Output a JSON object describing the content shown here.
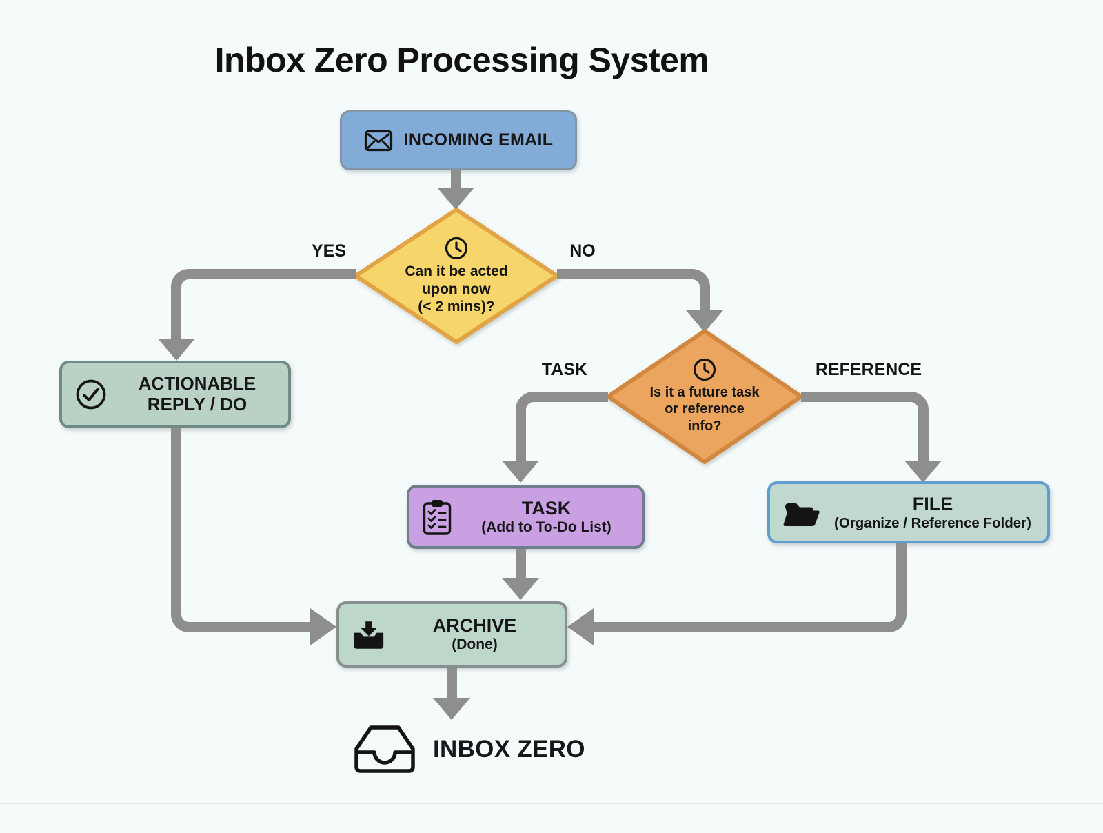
{
  "title": "Inbox Zero Processing System",
  "nodes": {
    "incoming_email": {
      "icon": "envelope-icon",
      "label": "INCOMING EMAIL"
    },
    "decision_act_now": {
      "icon": "clock-icon",
      "line1": "Can it be acted",
      "line2": "upon now",
      "line3": "(< 2 mins)?"
    },
    "actionable": {
      "icon": "check-circle-icon",
      "line1": "ACTIONABLE",
      "line2": "REPLY / DO"
    },
    "decision_task_or_reference": {
      "icon": "clock-icon",
      "line1": "Is it a future task",
      "line2": "or reference",
      "line3": "info?"
    },
    "task": {
      "icon": "clipboard-checklist-icon",
      "title": "TASK",
      "subtitle": "(Add to To-Do List)"
    },
    "file": {
      "icon": "open-folder-icon",
      "title": "FILE",
      "subtitle": "(Organize / Reference Folder)"
    },
    "archive": {
      "icon": "archive-tray-icon",
      "title": "ARCHIVE",
      "subtitle": "(Done)"
    },
    "inbox_zero": {
      "icon": "inbox-tray-icon",
      "label": "INBOX ZERO"
    }
  },
  "edge_labels": {
    "yes": "YES",
    "no": "NO",
    "task": "TASK",
    "reference": "REFERENCE"
  },
  "colors": {
    "background": "#f5fafa",
    "arrow": "#8e8e8e",
    "text": "#161616",
    "incoming-fill": "#82abd8",
    "incoming-border": "#8195a5",
    "decision1-fill": "#f6d56a",
    "decision1-border": "#e2a344",
    "decision2-fill": "#eba55f",
    "decision2-border": "#d2873f",
    "actionable-fill": "#b9d2c5",
    "actionable-border": "#6f8b84",
    "task-fill": "#c9a0e2",
    "task-border": "#6e7e8a",
    "file-fill": "#c0d8cd",
    "file-border": "#5f9cd0",
    "archive-fill": "#bed7cb",
    "archive-border": "#87908f"
  }
}
